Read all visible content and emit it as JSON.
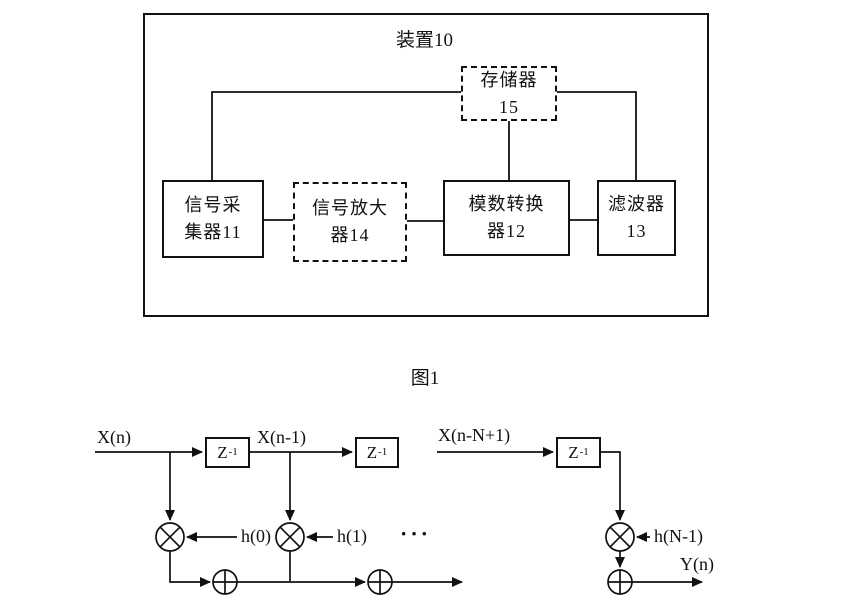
{
  "figure1": {
    "device_label": "装置10",
    "caption": "图1",
    "blocks": {
      "memory": {
        "line1": "存储器",
        "line2": "15"
      },
      "collector": {
        "line1": "信号采",
        "line2": "集器11"
      },
      "amplifier": {
        "line1": "信号放大",
        "line2": "器14"
      },
      "adc": {
        "line1": "模数转换",
        "line2": "器12"
      },
      "filter": {
        "line1": "滤波器",
        "line2": "13"
      }
    }
  },
  "figure2": {
    "x_n": "X(n)",
    "x_n_1": "X(n-1)",
    "x_n_N_1": "X(n-N+1)",
    "y_n": "Y(n)",
    "z": "Z",
    "z_exp": "-1",
    "h0": "h(0)",
    "h1": "h(1)",
    "h_N_1": "h(N-1)",
    "dots": "···",
    "nodes": {
      "multiplier": "⊗",
      "adder": "⊕"
    }
  }
}
